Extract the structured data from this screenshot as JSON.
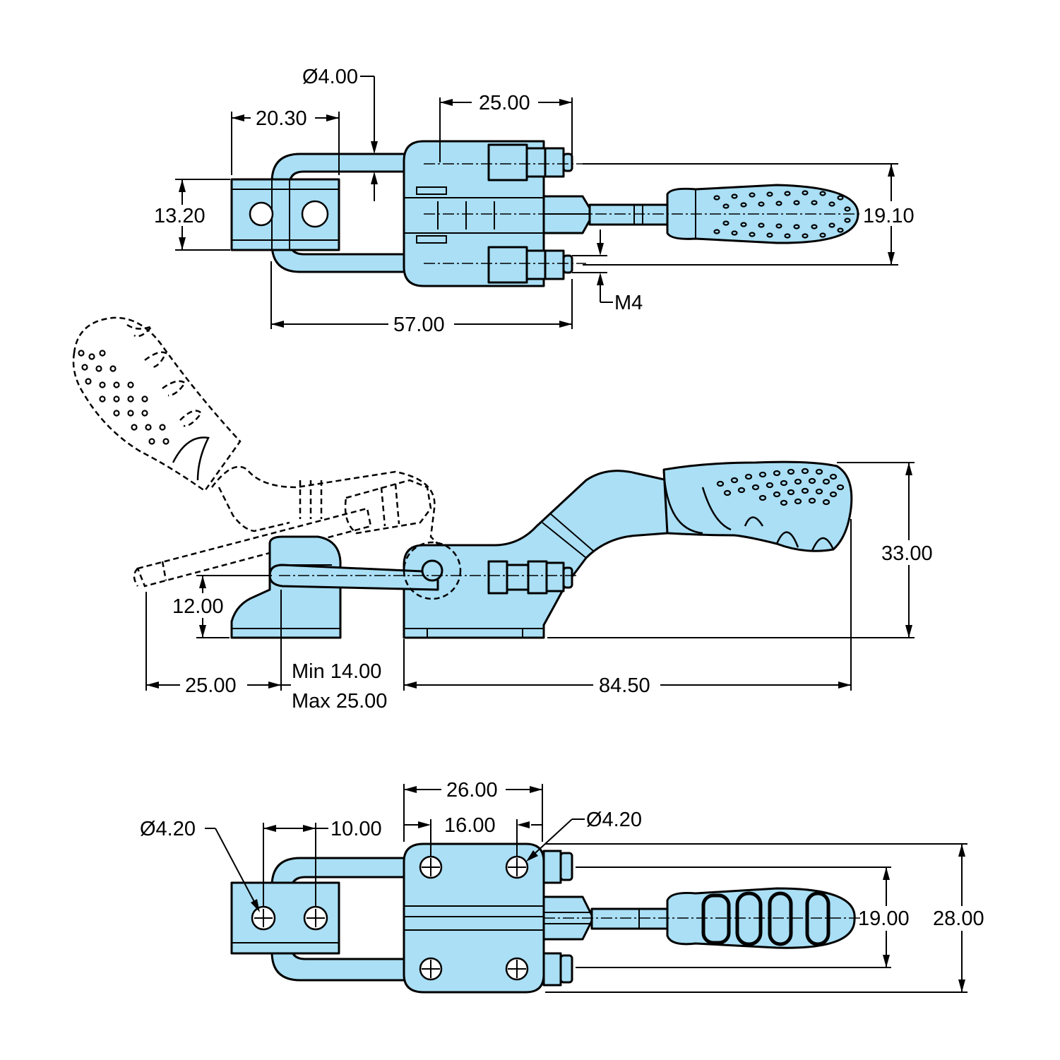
{
  "top_view": {
    "dims": {
      "hole_dia": "Ø4.00",
      "bolt_spacing": "25.00",
      "hook_depth": "20.30",
      "block_height": "13.20",
      "handle_width": "19.10",
      "thread": "M4",
      "overall_length": "57.00"
    }
  },
  "side_view": {
    "dims": {
      "handle_height": "33.00",
      "hook_height": "12.00",
      "hook_travel": "25.00",
      "adjust_min": "Min 14.00",
      "adjust_max": "Max 25.00",
      "body_length": "84.50"
    }
  },
  "bottom_view": {
    "dims": {
      "plate_width": "26.00",
      "plate_hole_spacing": "16.00",
      "plate_hole_dia": "Ø4.20",
      "catch_hole_dia": "Ø4.20",
      "catch_hole_spacing": "10.00",
      "bolt_span": "19.00",
      "overall_width": "28.00"
    }
  }
}
